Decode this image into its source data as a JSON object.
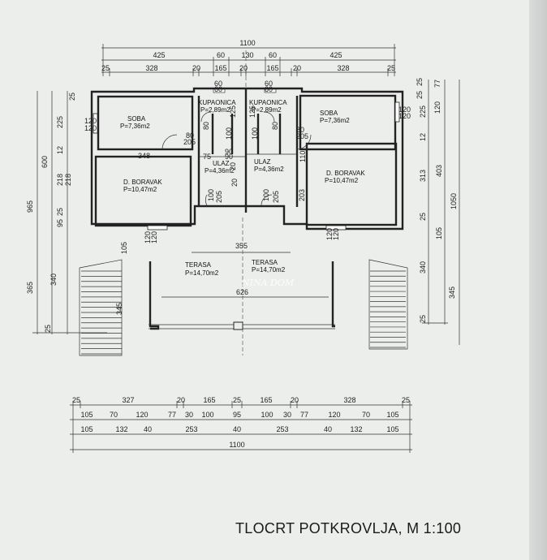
{
  "caption": "TLOCRT POTKROVLJA, M 1:100",
  "watermark": "NINA DOM",
  "rooms": {
    "soba_left": {
      "name": "SOBA",
      "area": "P=7,36m2"
    },
    "soba_right": {
      "name": "SOBA",
      "area": "P=7,36m2"
    },
    "kup_left": {
      "name": "KUPAONICA",
      "area": "P=2,89m2"
    },
    "kup_right": {
      "name": "KUPAONICA",
      "area": "P=2,89m2"
    },
    "ulaz_left": {
      "name": "ULAZ",
      "area": "P=4,36m2"
    },
    "ulaz_right": {
      "name": "ULAZ",
      "area": "P=4,36m2"
    },
    "boravak_left": {
      "name": "D. BORAVAK",
      "area": "P=10,47m2"
    },
    "boravak_right": {
      "name": "D. BORAVAK",
      "area": "P=10,47m2"
    },
    "terasa_left": {
      "name": "TERASA",
      "area": "P=14,70m2"
    },
    "terasa_right": {
      "name": "TERASA",
      "area": "P=14,70m2"
    }
  },
  "top_dims": {
    "overall": "1100",
    "row1": [
      "425",
      "60",
      "130",
      "60",
      "425"
    ],
    "row2": [
      "25",
      "328",
      "20",
      "165",
      "20",
      "165",
      "20",
      "328",
      "25"
    ]
  },
  "inner_dims": [
    "120",
    "120",
    "80",
    "205",
    "60",
    "60",
    "125",
    "80",
    "80",
    "125",
    "60",
    "60",
    "120",
    "120",
    "80",
    "205",
    "348",
    "75",
    "90",
    "90",
    "100",
    "100",
    "110",
    "20",
    "20",
    "218",
    "100",
    "205",
    "100",
    "205",
    "203",
    "120",
    "120",
    "120",
    "120",
    "105",
    "355",
    "626"
  ],
  "left_dims": [
    "965",
    "365",
    "600",
    "25",
    "225",
    "12",
    "218",
    "95",
    "25",
    "340",
    "25",
    "345"
  ],
  "right_dims": [
    "25",
    "77",
    "25",
    "120",
    "225",
    "12",
    "313",
    "403",
    "1050",
    "25",
    "105",
    "340",
    "345",
    "25"
  ],
  "bottom_dims": {
    "row1": [
      "25",
      "327",
      "20",
      "165",
      "25",
      "165",
      "20",
      "328",
      "25"
    ],
    "row2": [
      "105",
      "70",
      "120",
      "77",
      "30",
      "100",
      "95",
      "100",
      "30",
      "77",
      "120",
      "70",
      "105"
    ],
    "row3": [
      "105",
      "132",
      "40",
      "253",
      "40",
      "253",
      "40",
      "132",
      "105"
    ],
    "overall": "1100"
  }
}
